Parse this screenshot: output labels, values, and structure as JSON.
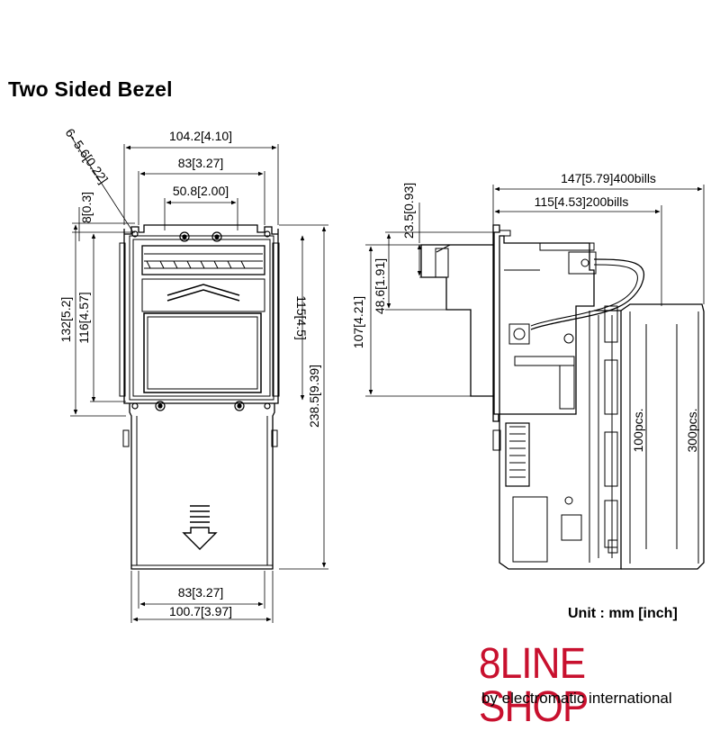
{
  "title": "Two Sided Bezel",
  "unit_label": "Unit : mm [inch]",
  "brand": {
    "name": "8LINE SHOP",
    "tagline": "by electromatic international"
  },
  "front_view": {
    "dims": {
      "overall_top_width": "104.2[4.10]",
      "top_width_83": "83[3.27]",
      "top_width_50": "50.8[2.00]",
      "hole_callout": "6- 5.6[0.22]",
      "top_offset": "8[0.3]",
      "left_height_132": "132[5.2]",
      "left_height_116": "116[4.57]",
      "right_height_115": "115[4.5]",
      "right_height_238": "238.5[9.39]",
      "bottom_width_83": "83[3.27]",
      "bottom_width_100": "100.7[3.97]"
    }
  },
  "side_view": {
    "dims": {
      "width_400": "147[5.79]400bills",
      "width_200": "115[4.53]200bills",
      "height_23": "23.5[0.93]",
      "height_48": "48.6[1.91]",
      "height_107": "107[4.21]"
    },
    "labels": {
      "capacity_100": "100pcs.",
      "capacity_300": "300pcs."
    }
  }
}
